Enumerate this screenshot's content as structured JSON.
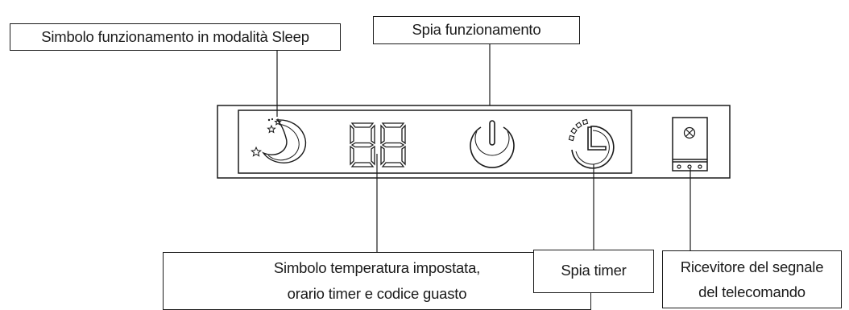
{
  "labels": {
    "sleep_symbol": "Simbolo funzionamento in modalità Sleep",
    "operation_light": "Spia funzionamento",
    "temperature_symbol_line1": "Simbolo temperatura impostata,",
    "temperature_symbol_line2": "orario timer e codice guasto",
    "timer_light": "Spia timer",
    "receiver_line1": "Ricevitore del segnale",
    "receiver_line2": "del telecomando"
  },
  "display": {
    "digits": "88"
  },
  "colors": {
    "stroke": "#1a1a1a",
    "background": "#ffffff"
  }
}
